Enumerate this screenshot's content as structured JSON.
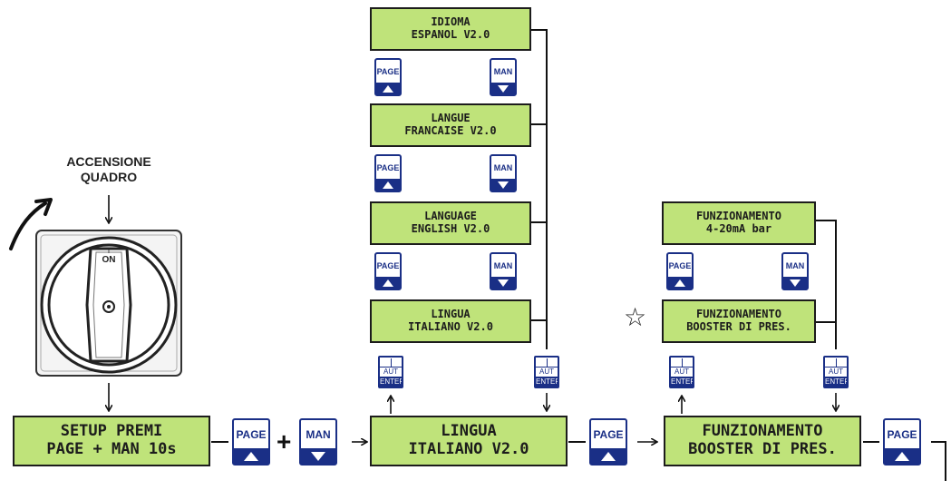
{
  "start_label": {
    "line1": "ACCENSIONE",
    "line2": "QUADRO"
  },
  "switch": {
    "on_label": "ON",
    "on_marker": "I"
  },
  "setup_box": {
    "line1": "SETUP PREMI",
    "line2": "PAGE + MAN 10s"
  },
  "plus_sign": "+",
  "lingua_main": {
    "line1": "LINGUA",
    "line2": "ITALIANO V2.0"
  },
  "funz_main": {
    "line1": "FUNZIONAMENTO",
    "line2": "BOOSTER DI PRES."
  },
  "languages": [
    {
      "line1": "IDIOMA",
      "line2": "ESPANOL V2.0"
    },
    {
      "line1": "LANGUE",
      "line2": "FRANCAISE V2.0"
    },
    {
      "line1": "LANGUAGE",
      "line2": "ENGLISH V2.0"
    },
    {
      "line1": "LINGUA",
      "line2": "ITALIANO V2.0"
    }
  ],
  "modes": [
    {
      "line1": "FUNZIONAMENTO",
      "line2": "4-20mA bar"
    },
    {
      "line1": "FUNZIONAMENTO",
      "line2": "BOOSTER DI PRES."
    }
  ],
  "star": "☆",
  "keys": {
    "page": "PAGE",
    "man": "MAN",
    "aut": "AUT",
    "enter": "ENTER"
  },
  "colors": {
    "lcd": "#bfe37a",
    "key": "#1a2f86"
  }
}
